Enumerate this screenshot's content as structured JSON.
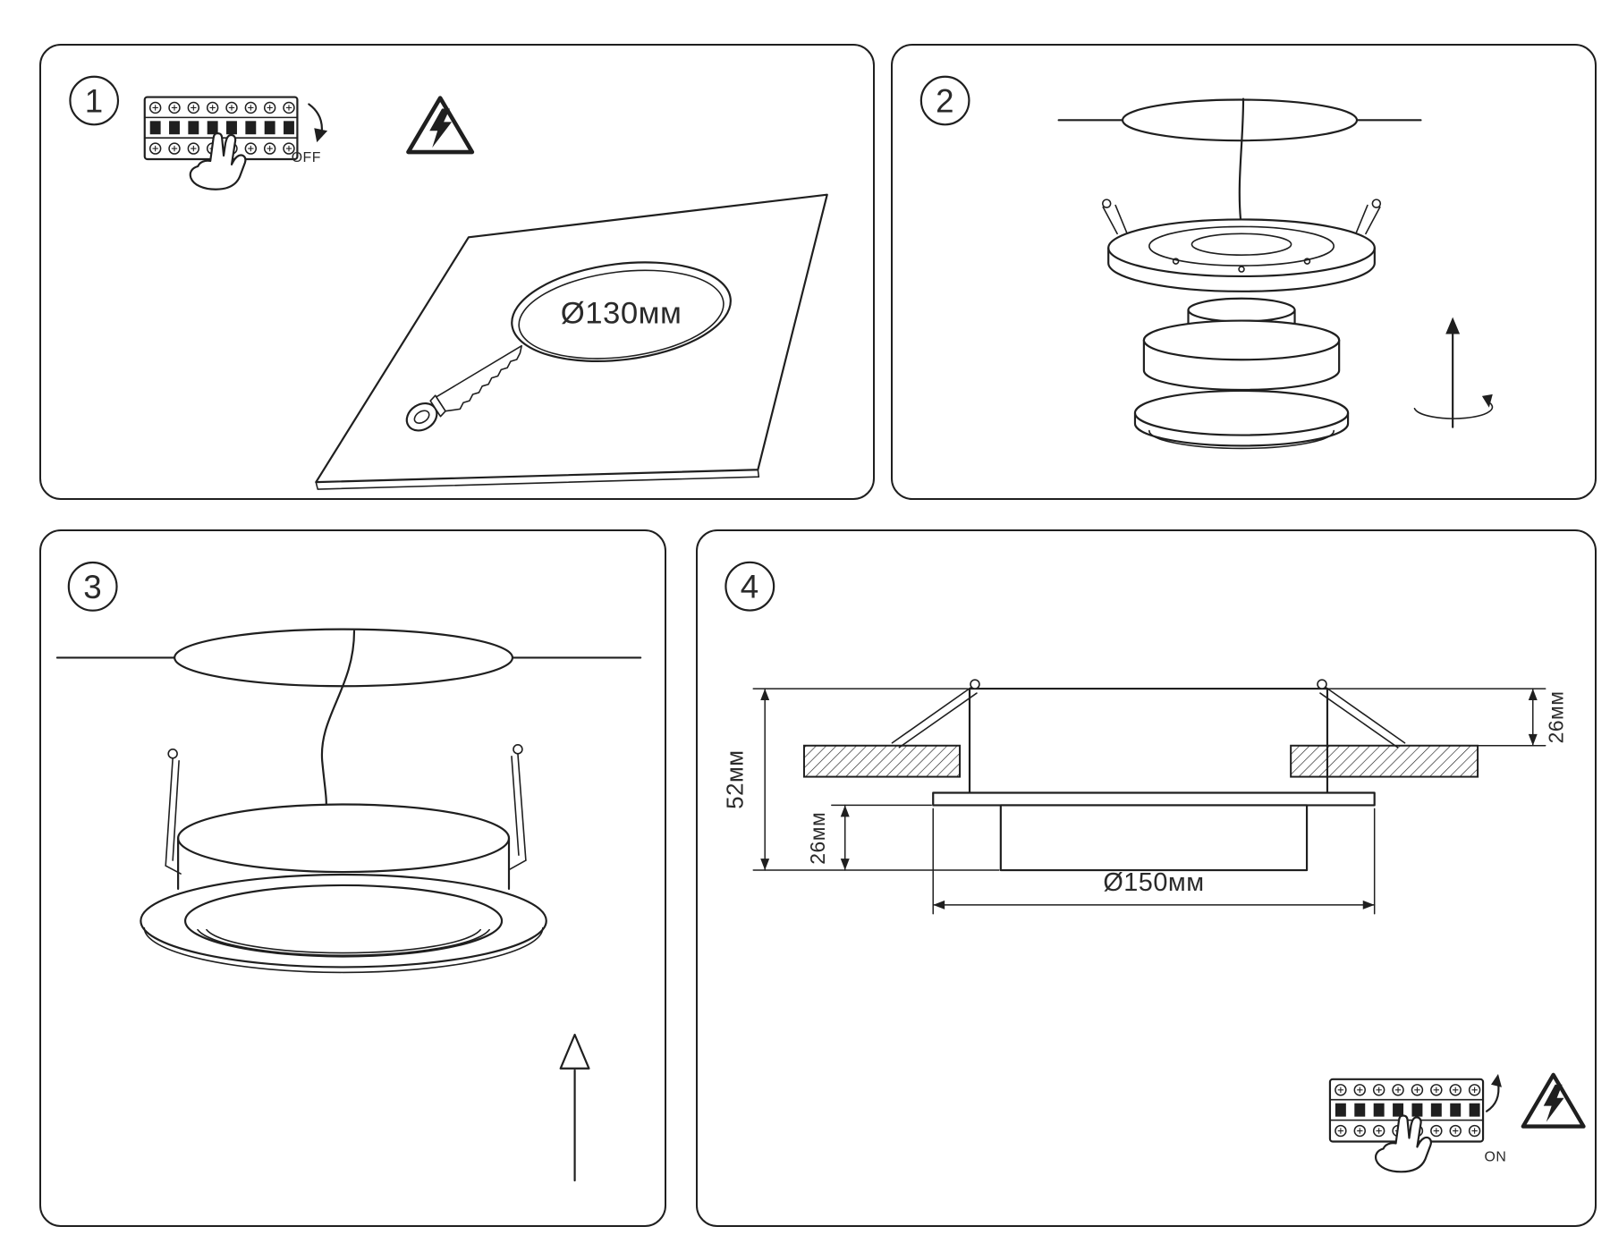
{
  "colors": {
    "line": "#1f1f1f",
    "text": "#2a2a2a",
    "background": "#ffffff"
  },
  "steps": {
    "step1": {
      "number": "1",
      "power_label": "OFF",
      "hole_diameter": "Ø130мм"
    },
    "step2": {
      "number": "2"
    },
    "step3": {
      "number": "3"
    },
    "step4": {
      "number": "4",
      "power_label": "ON",
      "total_height": "52мм",
      "recess_below": "26мм",
      "recess_above": "26мм",
      "trim_diameter": "Ø150мм"
    }
  },
  "icons": {
    "warning": "electric-shock-warning-icon",
    "breaker": "circuit-breaker-illustration",
    "hand": "pointing-hand-icon",
    "saw": "keyhole-saw-icon",
    "rotate": "rotate-arrow-icon",
    "push_up": "push-up-arrow-icon"
  }
}
